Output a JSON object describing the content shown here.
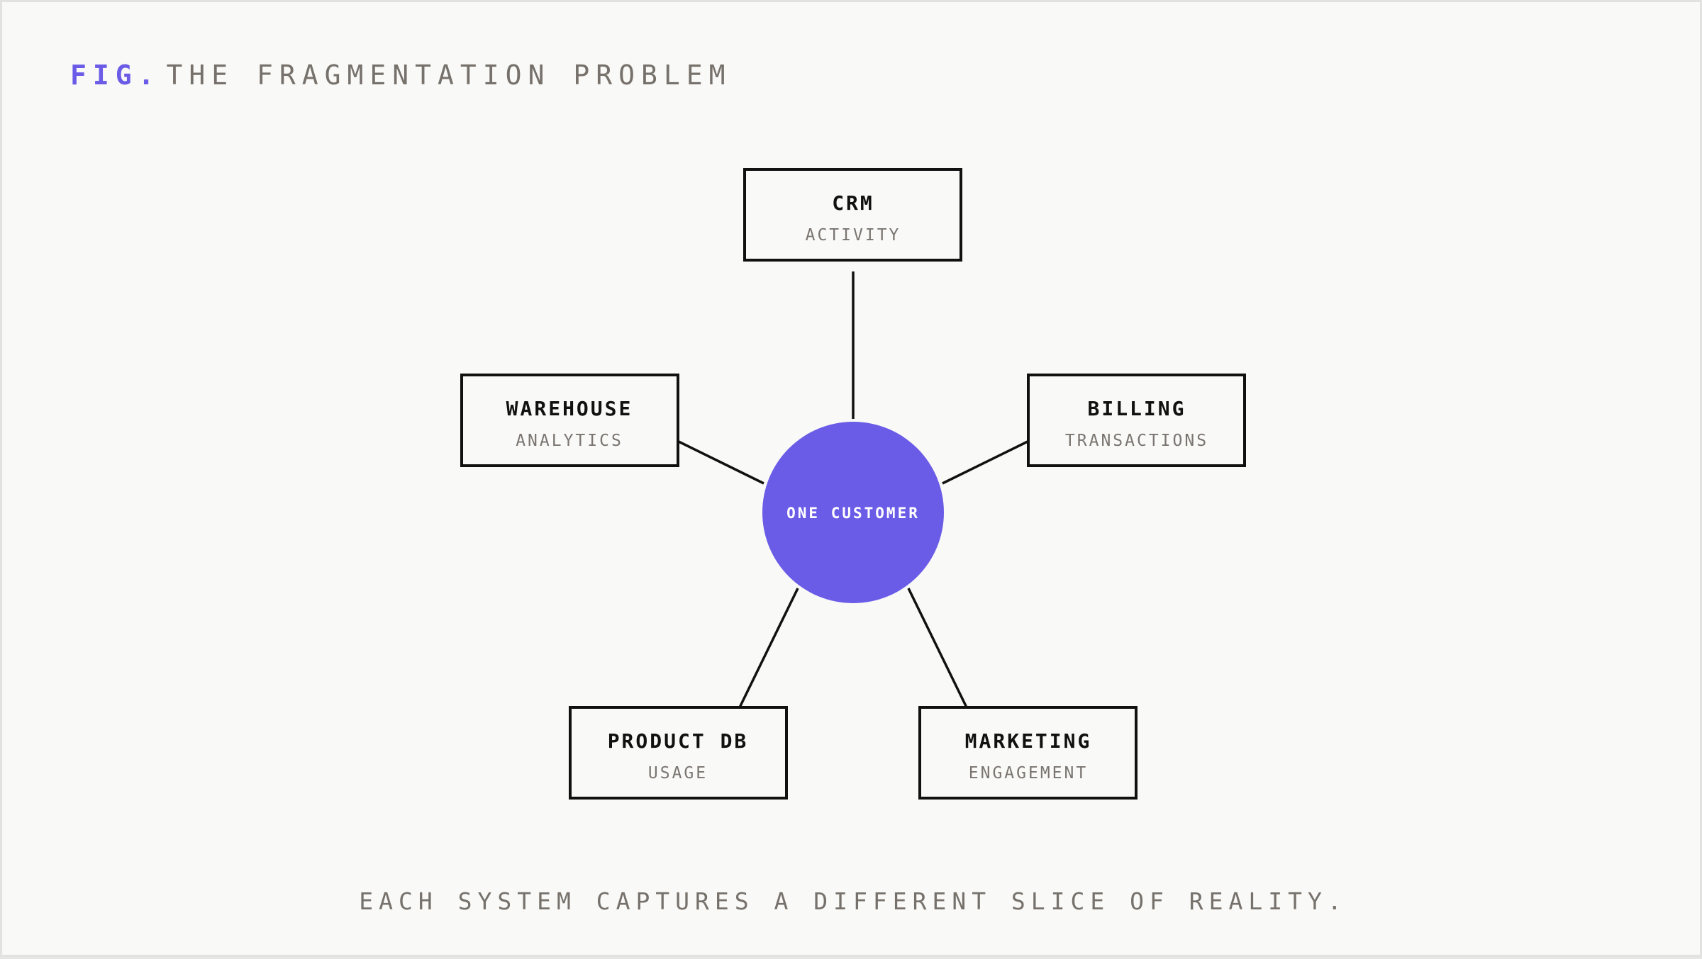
{
  "figure": {
    "prefix": "FIG.",
    "title": "THE FRAGMENTATION PROBLEM"
  },
  "center": {
    "label": "ONE CUSTOMER"
  },
  "nodes": [
    {
      "id": "crm",
      "title": "CRM",
      "subtitle": "ACTIVITY"
    },
    {
      "id": "warehouse",
      "title": "WAREHOUSE",
      "subtitle": "ANALYTICS"
    },
    {
      "id": "billing",
      "title": "BILLING",
      "subtitle": "TRANSACTIONS"
    },
    {
      "id": "product-db",
      "title": "PRODUCT DB",
      "subtitle": "USAGE"
    },
    {
      "id": "marketing",
      "title": "MARKETING",
      "subtitle": "ENGAGEMENT"
    }
  ],
  "caption": "EACH SYSTEM CAPTURES A DIFFERENT SLICE OF REALITY.",
  "colors": {
    "accent": "#6b5ce7",
    "stroke": "#111111",
    "muted_text": "#76716b",
    "background": "#f9f9f7"
  }
}
